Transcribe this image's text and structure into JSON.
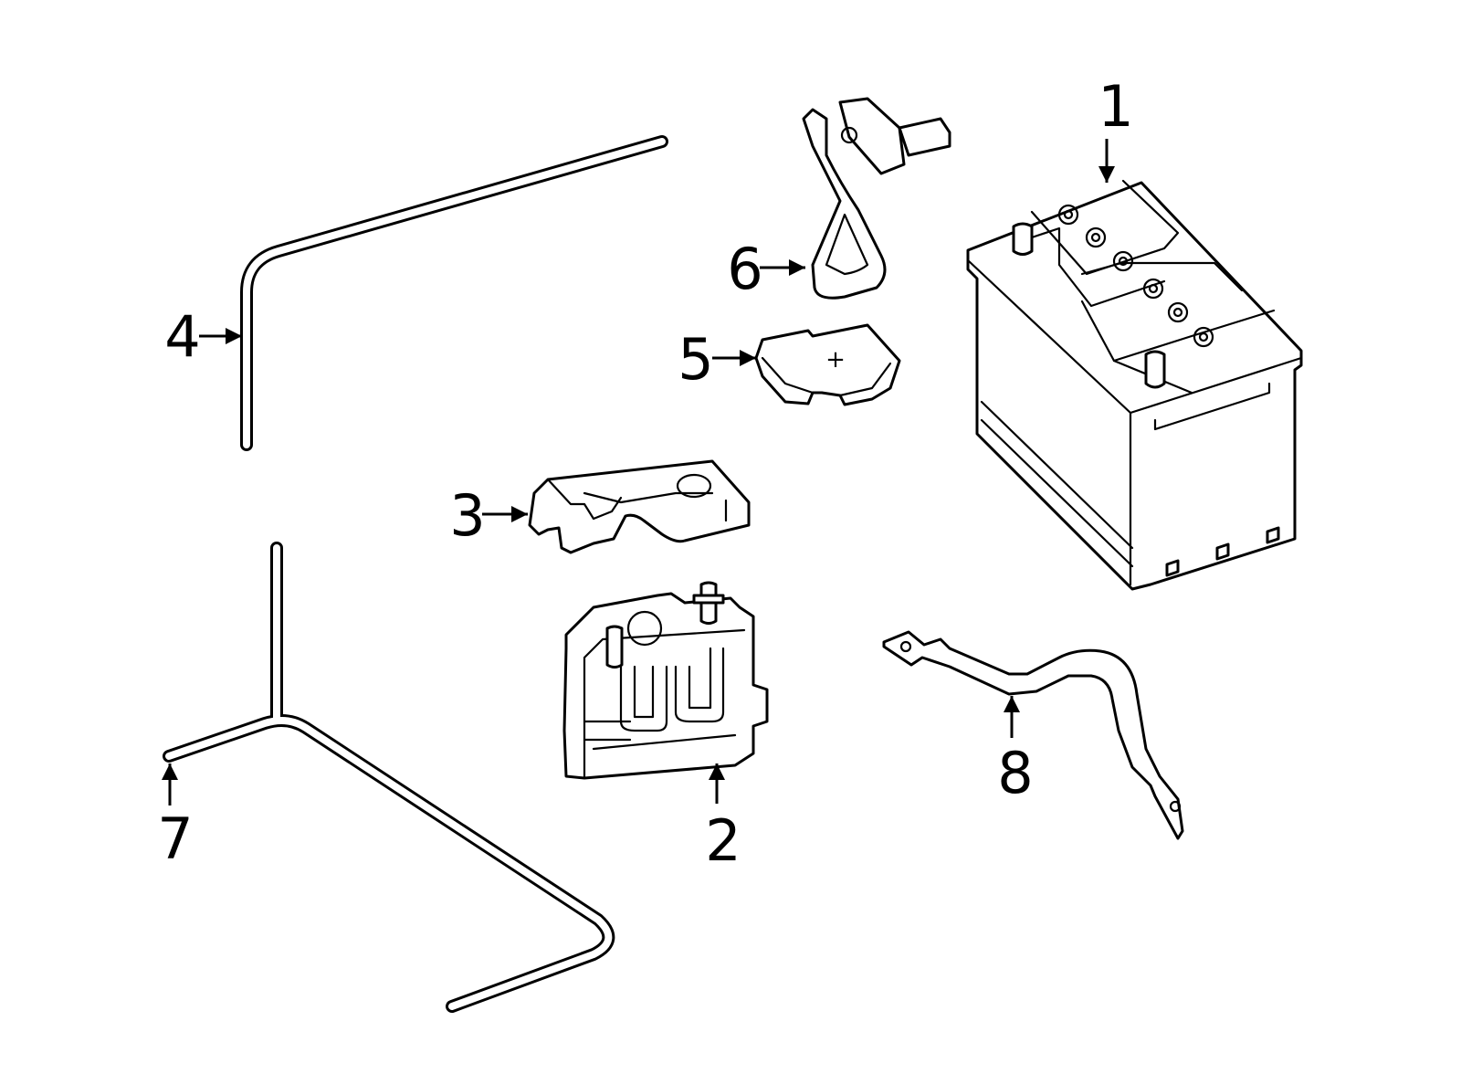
{
  "callouts": [
    {
      "id": "1",
      "label": "1"
    },
    {
      "id": "2",
      "label": "2"
    },
    {
      "id": "3",
      "label": "3"
    },
    {
      "id": "4",
      "label": "4"
    },
    {
      "id": "5",
      "label": "5"
    },
    {
      "id": "6",
      "label": "6"
    },
    {
      "id": "7",
      "label": "7"
    },
    {
      "id": "8",
      "label": "8"
    }
  ],
  "terminal_cover_symbol": "+",
  "colors": {
    "line": "#000000",
    "background": "#ffffff"
  }
}
